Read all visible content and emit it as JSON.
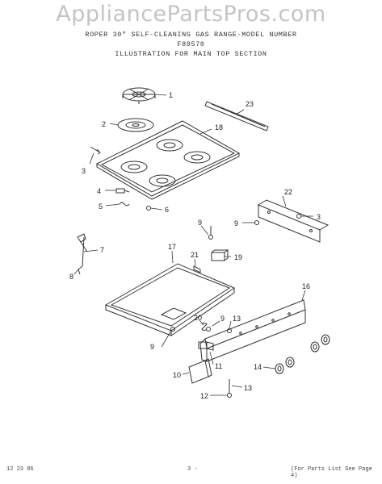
{
  "watermark": "AppliancePartsPros.com",
  "header": {
    "line1": "ROPER 30\" SELF-CLEANING GAS RANGE-MODEL NUMBER",
    "line2": "F89570",
    "line3": "ILLUSTRATION FOR MAIN TOP SECTION"
  },
  "callouts": {
    "c1": "1",
    "c2": "2",
    "c3a": "3",
    "c3b": "3",
    "c4": "4",
    "c5": "5",
    "c6": "6",
    "c7": "7",
    "c8": "8",
    "c9a": "9",
    "c9b": "9",
    "c9c": "9",
    "c9d": "9",
    "c10": "10",
    "c11": "11",
    "c12": "12",
    "c13a": "13",
    "c13b": "13",
    "c14": "14",
    "c16": "16",
    "c17": "17",
    "c18": "18",
    "c19": "19",
    "c20": "20",
    "c21": "21",
    "c22": "22",
    "c23": "23"
  },
  "footer": {
    "date": "12 23 86",
    "page": "3 -",
    "note": "(For Parts List See Page 4)"
  }
}
